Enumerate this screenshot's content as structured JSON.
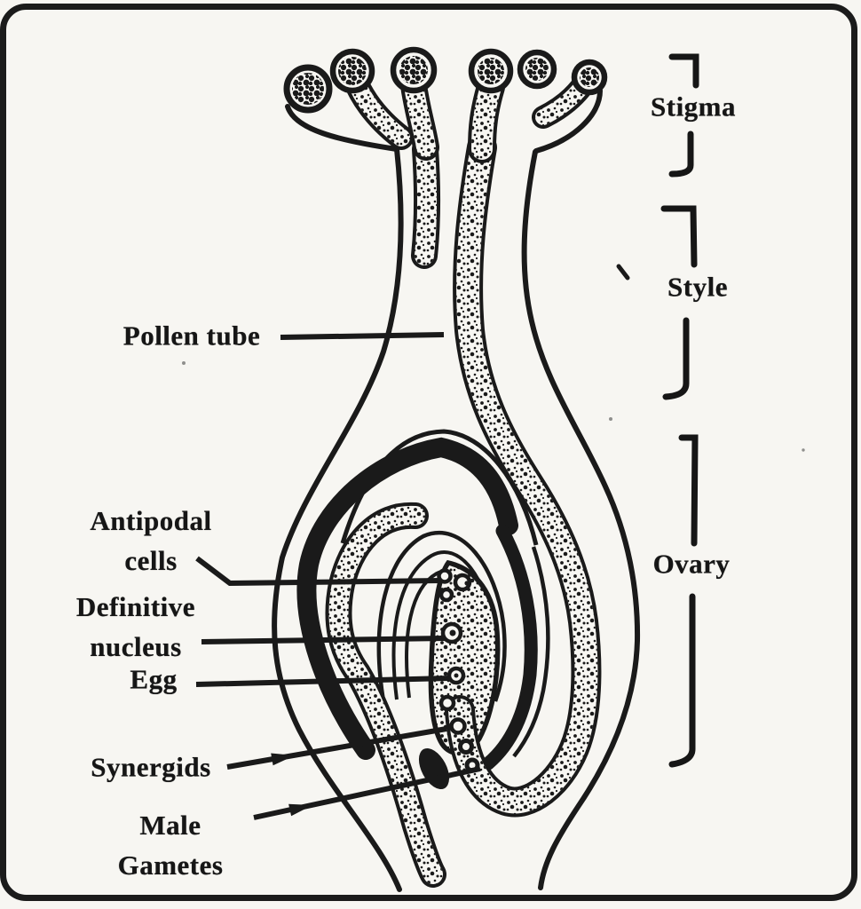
{
  "figure": {
    "labels": {
      "pollen_tube": "Pollen tube",
      "antipodal_cells": "Antipodal cells",
      "definitive_nucleus": "Definitive nucleus",
      "egg": "Egg",
      "synergids": "Synergids",
      "male_gametes": "Male Gametes",
      "stigma": "Stigma",
      "style": "Style",
      "ovary": "Ovary"
    },
    "colors": {
      "ink": "#1a1a1a",
      "paper": "#f7f6f2"
    }
  }
}
